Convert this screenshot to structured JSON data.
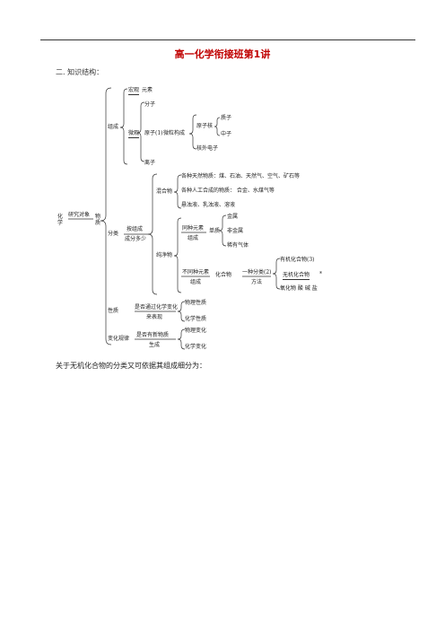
{
  "header": {
    "title": "高一化学衔接班第1讲"
  },
  "section": {
    "heading": "二. 知识结构："
  },
  "tree": {
    "root": "化学",
    "root_edge": "研究对象",
    "root_target": "物质",
    "composition": {
      "label": "组成",
      "macro": "宏观",
      "macro_item": "元素",
      "micro": "微观",
      "molecule": "分子",
      "atom": "原子",
      "note1": "(1)",
      "particle": "微粒构成",
      "nucleus": "原子核",
      "proton": "质子",
      "neutron": "中子",
      "electron": "核外电子",
      "ion": "离子"
    },
    "classification": {
      "label": "分类",
      "basis_top": "按组成",
      "basis_bottom": "成分多少",
      "mixture": "混合物",
      "mixture_items": [
        "各种天然物质：煤、石油、天然气、空气、矿石等",
        "各种人工合成的物质： 合金、水煤气等",
        "悬浊液、乳浊液、溶液"
      ],
      "pure": "纯净物",
      "same_top": "同种元素",
      "same_bottom": "组成",
      "simple": "单质",
      "simple_items": [
        "金属",
        "非金属",
        "稀有气体"
      ],
      "diff_top": "不同种元素",
      "diff_bottom": "组成",
      "compound": "化合物",
      "method_top": "一种分类(2)",
      "method_bottom": "方法",
      "organic": "有机化合物(3)",
      "inorganic": "无机化合物",
      "star": "*",
      "inorganic_detail": "氧化物 酸 碱 盐"
    },
    "properties": {
      "label": "性质",
      "cond_top": "是否通过化学变化",
      "cond_bottom": "来表现",
      "items": [
        "物理性质",
        "化学性质"
      ]
    },
    "changes": {
      "label": "变化规律",
      "cond_top": "是否有新物质",
      "cond_bottom": "生成",
      "items": [
        "物理变化",
        "化学变化"
      ]
    }
  },
  "footer": {
    "text": "关于无机化合物的分类又可依据其组成细分为："
  }
}
